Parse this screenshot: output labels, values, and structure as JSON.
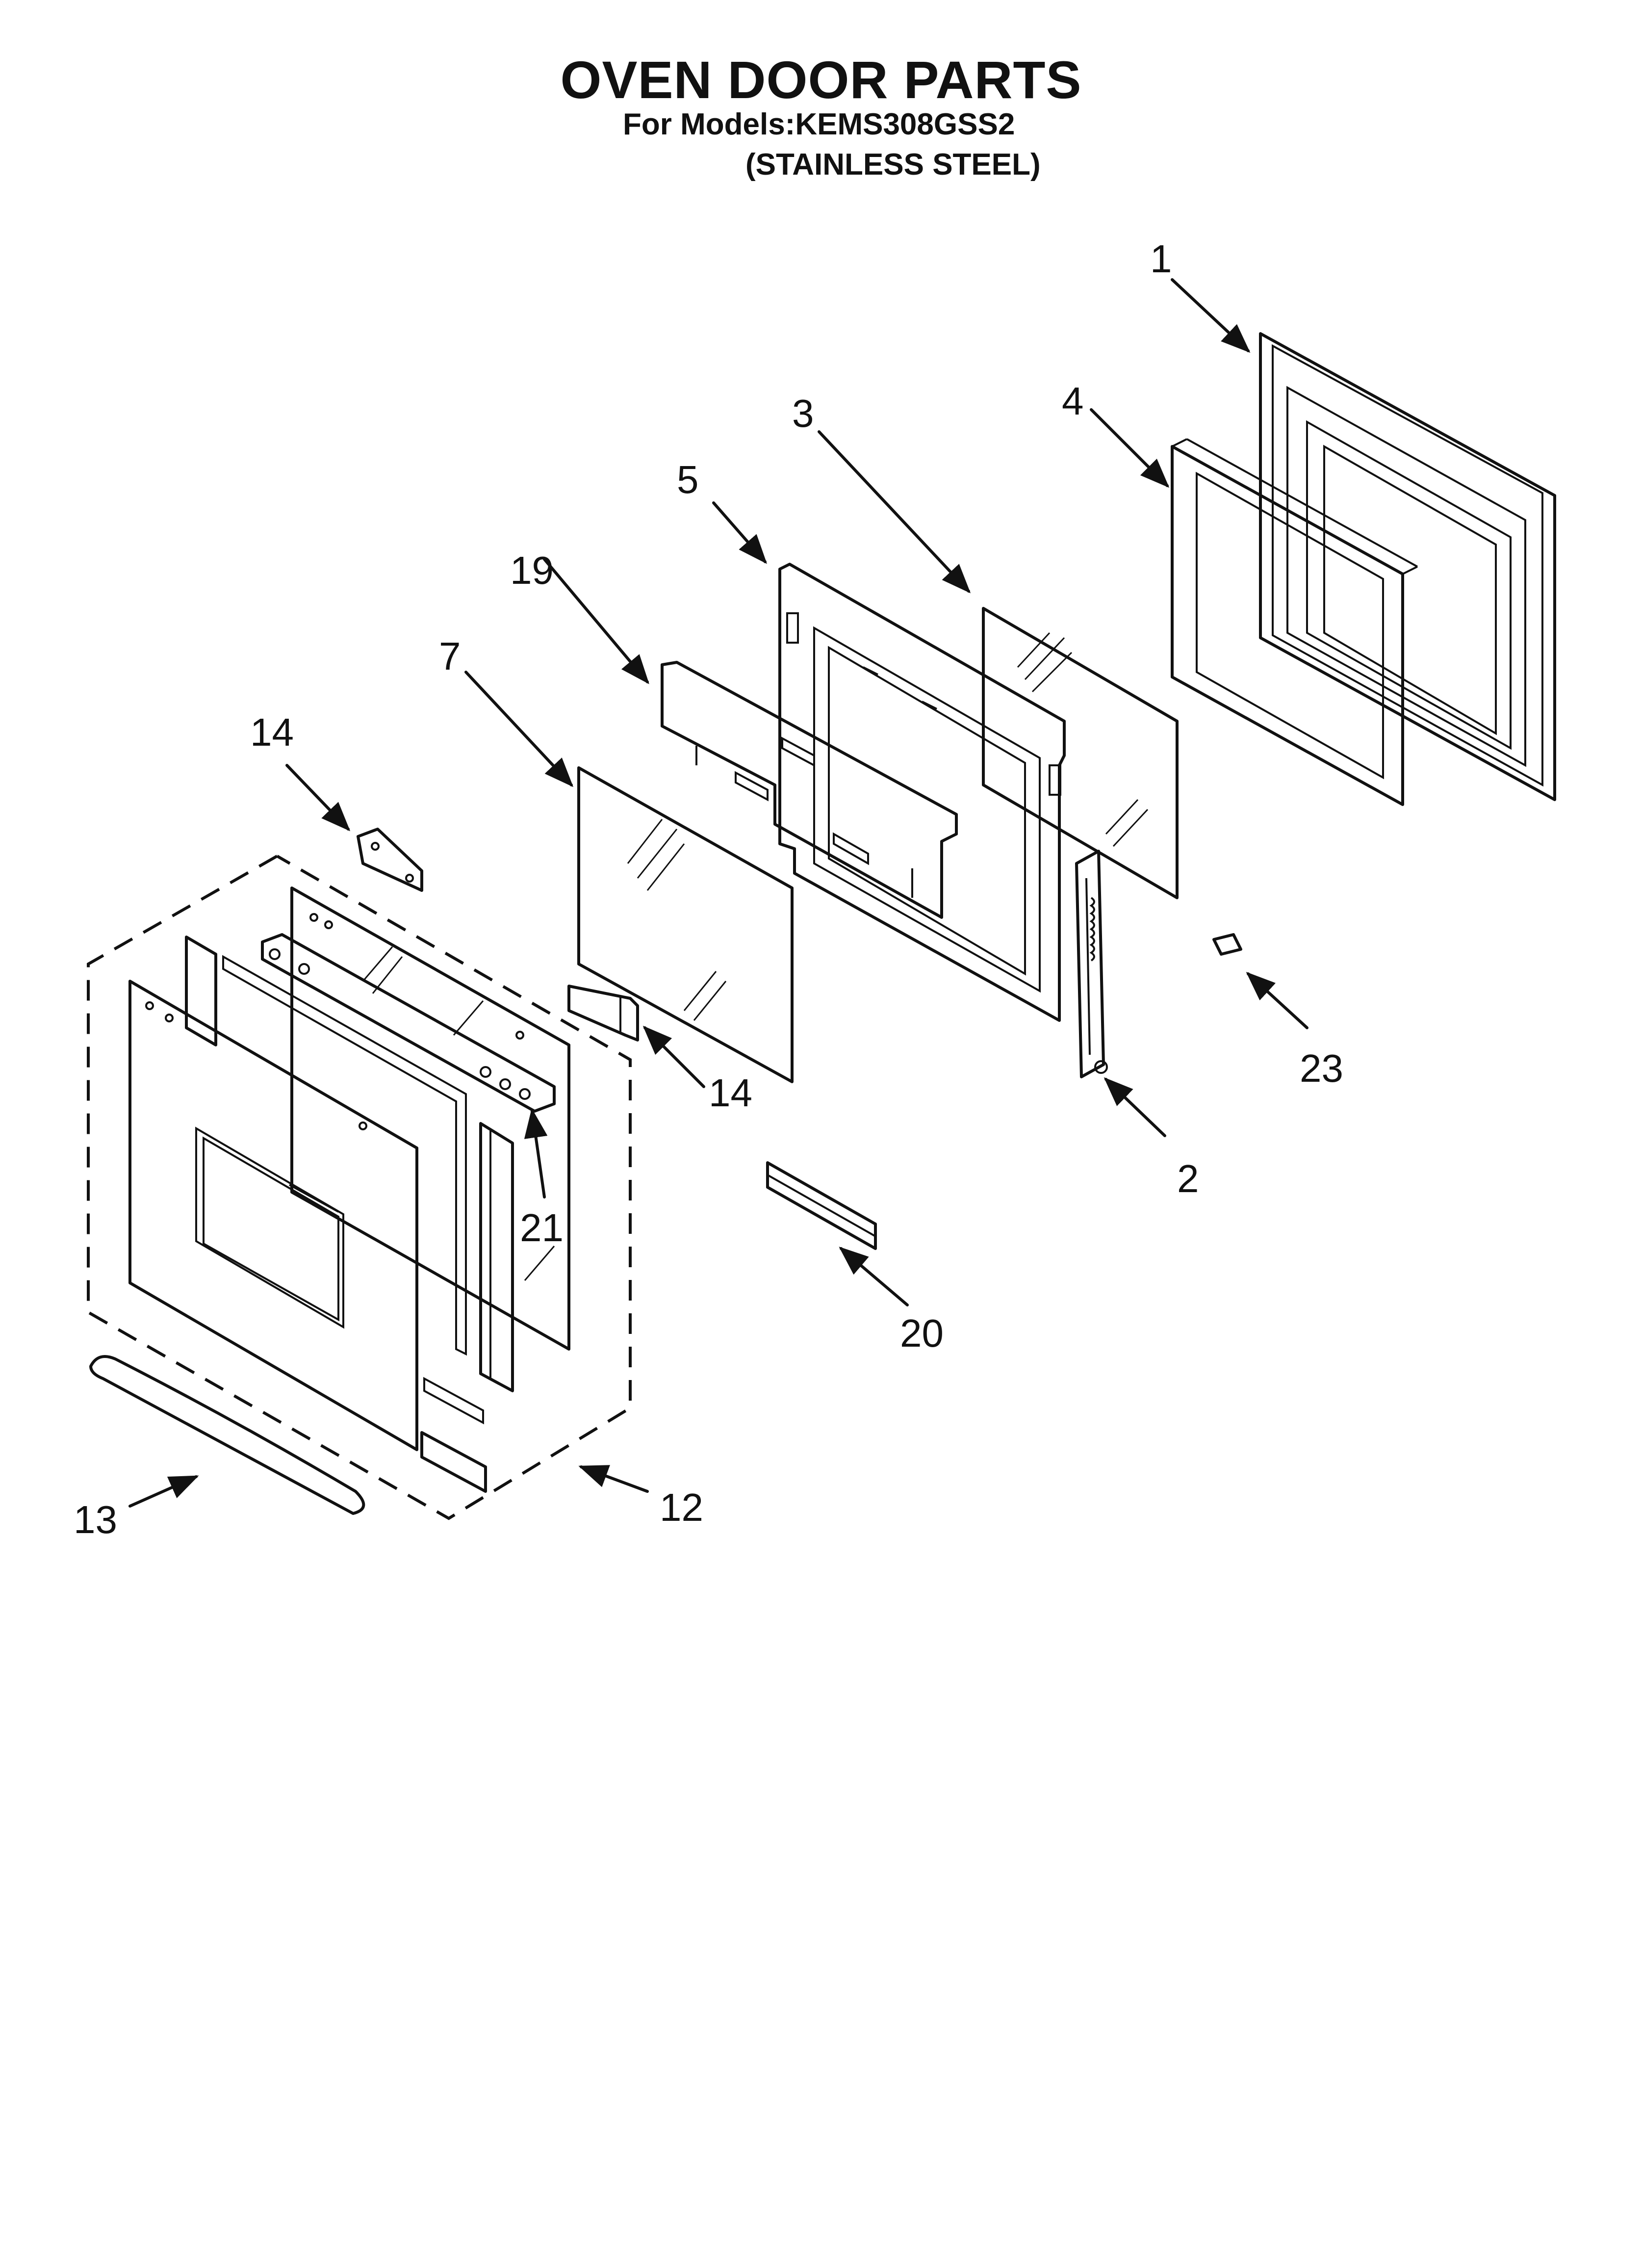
{
  "header": {
    "title": "OVEN DOOR PARTS",
    "models_line": "For Models:KEMS308GSS2",
    "finish_line": "(STAINLESS STEEL)"
  },
  "callouts": [
    {
      "key": "1",
      "label": "1"
    },
    {
      "key": "2",
      "label": "2"
    },
    {
      "key": "3",
      "label": "3"
    },
    {
      "key": "4",
      "label": "4"
    },
    {
      "key": "5",
      "label": "5"
    },
    {
      "key": "7",
      "label": "7"
    },
    {
      "key": "12",
      "label": "12"
    },
    {
      "key": "13",
      "label": "13"
    },
    {
      "key": "14a",
      "label": "14"
    },
    {
      "key": "14b",
      "label": "14"
    },
    {
      "key": "19",
      "label": "19"
    },
    {
      "key": "20",
      "label": "20"
    },
    {
      "key": "21",
      "label": "21"
    },
    {
      "key": "23",
      "label": "23"
    }
  ]
}
